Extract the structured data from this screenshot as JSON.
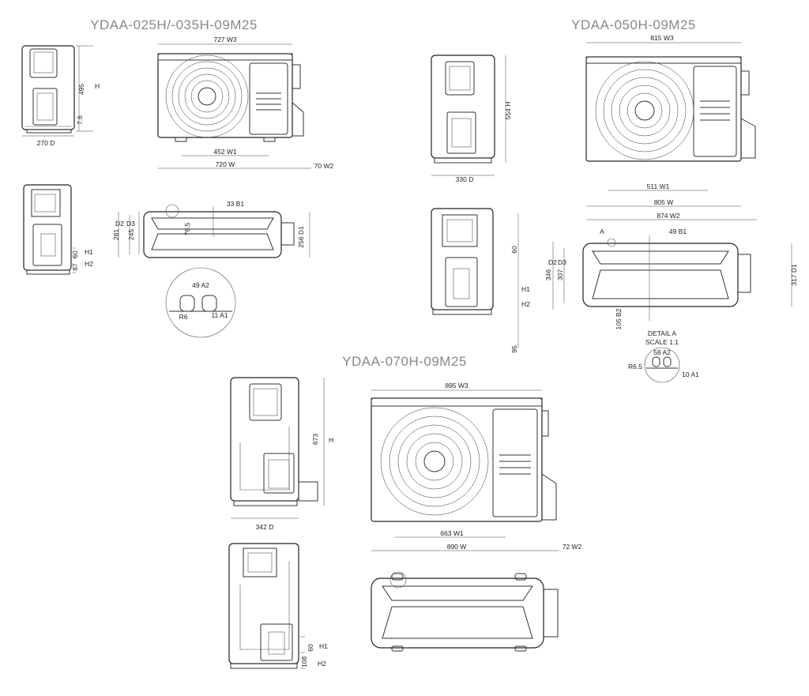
{
  "titles": {
    "model_a": "YDAA-025H/-035H-09M25",
    "model_b": "YDAA-050H-09M25",
    "model_c": "YDAA-070H-09M25"
  },
  "model_a": {
    "h_val": "495",
    "h_lbl": "H",
    "foot": "7.6",
    "d": "270  D",
    "w3": "727  W3",
    "w1": "452  W1",
    "w": "720  W",
    "w2": "70  W2",
    "b1": "33  B1",
    "d2": "D2",
    "d3": "D3",
    "d2_val": "281",
    "d3_val": "245",
    "c765": "76.5",
    "d1": "256  D1",
    "h1": "H1",
    "h2": "H2",
    "h1_val": "60",
    "h2_val": "87",
    "a2": "49  A2",
    "r": "R6",
    "a1": "11  A1"
  },
  "model_b": {
    "w3": "815  W3",
    "h": "554  H",
    "d": "330  D",
    "w1": "511 W1",
    "w": "805  W",
    "w2": "874  W2",
    "a": "A",
    "b1": "49  B1",
    "d2": "D2",
    "d3": "D3",
    "d2_val": "346",
    "d3_val": "307",
    "d1": "317  D1",
    "b2": "105  B2",
    "detail": "DETAIL  A",
    "scale": "SCALE  1:1",
    "a2": "58  A2",
    "r": "R6.5",
    "a1": "10  A1",
    "h1": "H1",
    "h2": "H2",
    "v60": "60",
    "v95": "95"
  },
  "model_c": {
    "h_val": "673",
    "h_lbl": "H",
    "d": "342  D",
    "w3": "895  W3",
    "w1": "663  W1",
    "w": "890  W",
    "w2": "72  W2",
    "h1": "H1",
    "h2": "H2",
    "h1_val": "60",
    "h2_val": "108"
  }
}
